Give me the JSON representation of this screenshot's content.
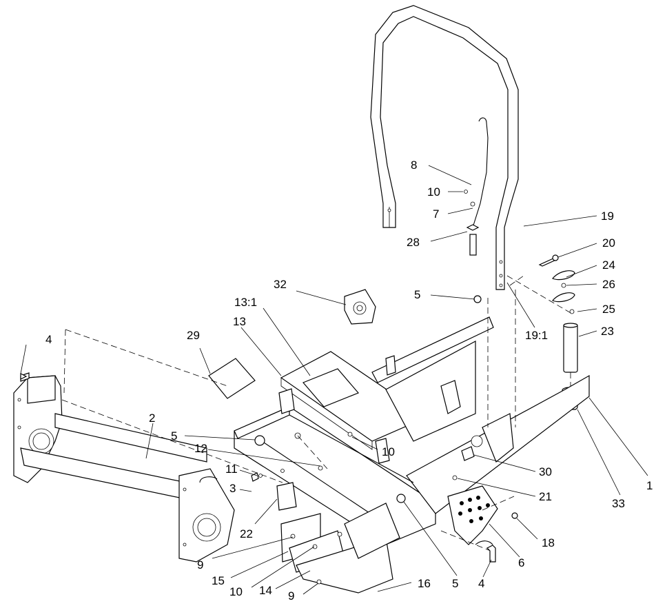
{
  "callouts": [
    {
      "id": "c-8",
      "text": "8"
    },
    {
      "id": "c-10a",
      "text": "10"
    },
    {
      "id": "c-7",
      "text": "7"
    },
    {
      "id": "c-28",
      "text": "28"
    },
    {
      "id": "c-19",
      "text": "19"
    },
    {
      "id": "c-20",
      "text": "20"
    },
    {
      "id": "c-24",
      "text": "24"
    },
    {
      "id": "c-26",
      "text": "26"
    },
    {
      "id": "c-25",
      "text": "25"
    },
    {
      "id": "c-23",
      "text": "23"
    },
    {
      "id": "c-191",
      "text": "19:1"
    },
    {
      "id": "c-5a",
      "text": "5"
    },
    {
      "id": "c-32",
      "text": "32"
    },
    {
      "id": "c-131",
      "text": "13:1"
    },
    {
      "id": "c-13",
      "text": "13"
    },
    {
      "id": "c-29",
      "text": "29"
    },
    {
      "id": "c-4a",
      "text": "4"
    },
    {
      "id": "c-2",
      "text": "2"
    },
    {
      "id": "c-5b",
      "text": "5"
    },
    {
      "id": "c-12",
      "text": "12"
    },
    {
      "id": "c-10b",
      "text": "10"
    },
    {
      "id": "c-11",
      "text": "11"
    },
    {
      "id": "c-3",
      "text": "3"
    },
    {
      "id": "c-22",
      "text": "22"
    },
    {
      "id": "c-30",
      "text": "30"
    },
    {
      "id": "c-21",
      "text": "21"
    },
    {
      "id": "c-33",
      "text": "33"
    },
    {
      "id": "c-1",
      "text": "1"
    },
    {
      "id": "c-18",
      "text": "18"
    },
    {
      "id": "c-6",
      "text": "6"
    },
    {
      "id": "c-9a",
      "text": "9"
    },
    {
      "id": "c-15",
      "text": "15"
    },
    {
      "id": "c-10c",
      "text": "10"
    },
    {
      "id": "c-14",
      "text": "14"
    },
    {
      "id": "c-9b",
      "text": "9"
    },
    {
      "id": "c-16",
      "text": "16"
    },
    {
      "id": "c-5c",
      "text": "5"
    },
    {
      "id": "c-4b",
      "text": "4"
    }
  ],
  "colors": {
    "ink": "#000000",
    "paper": "#ffffff"
  }
}
